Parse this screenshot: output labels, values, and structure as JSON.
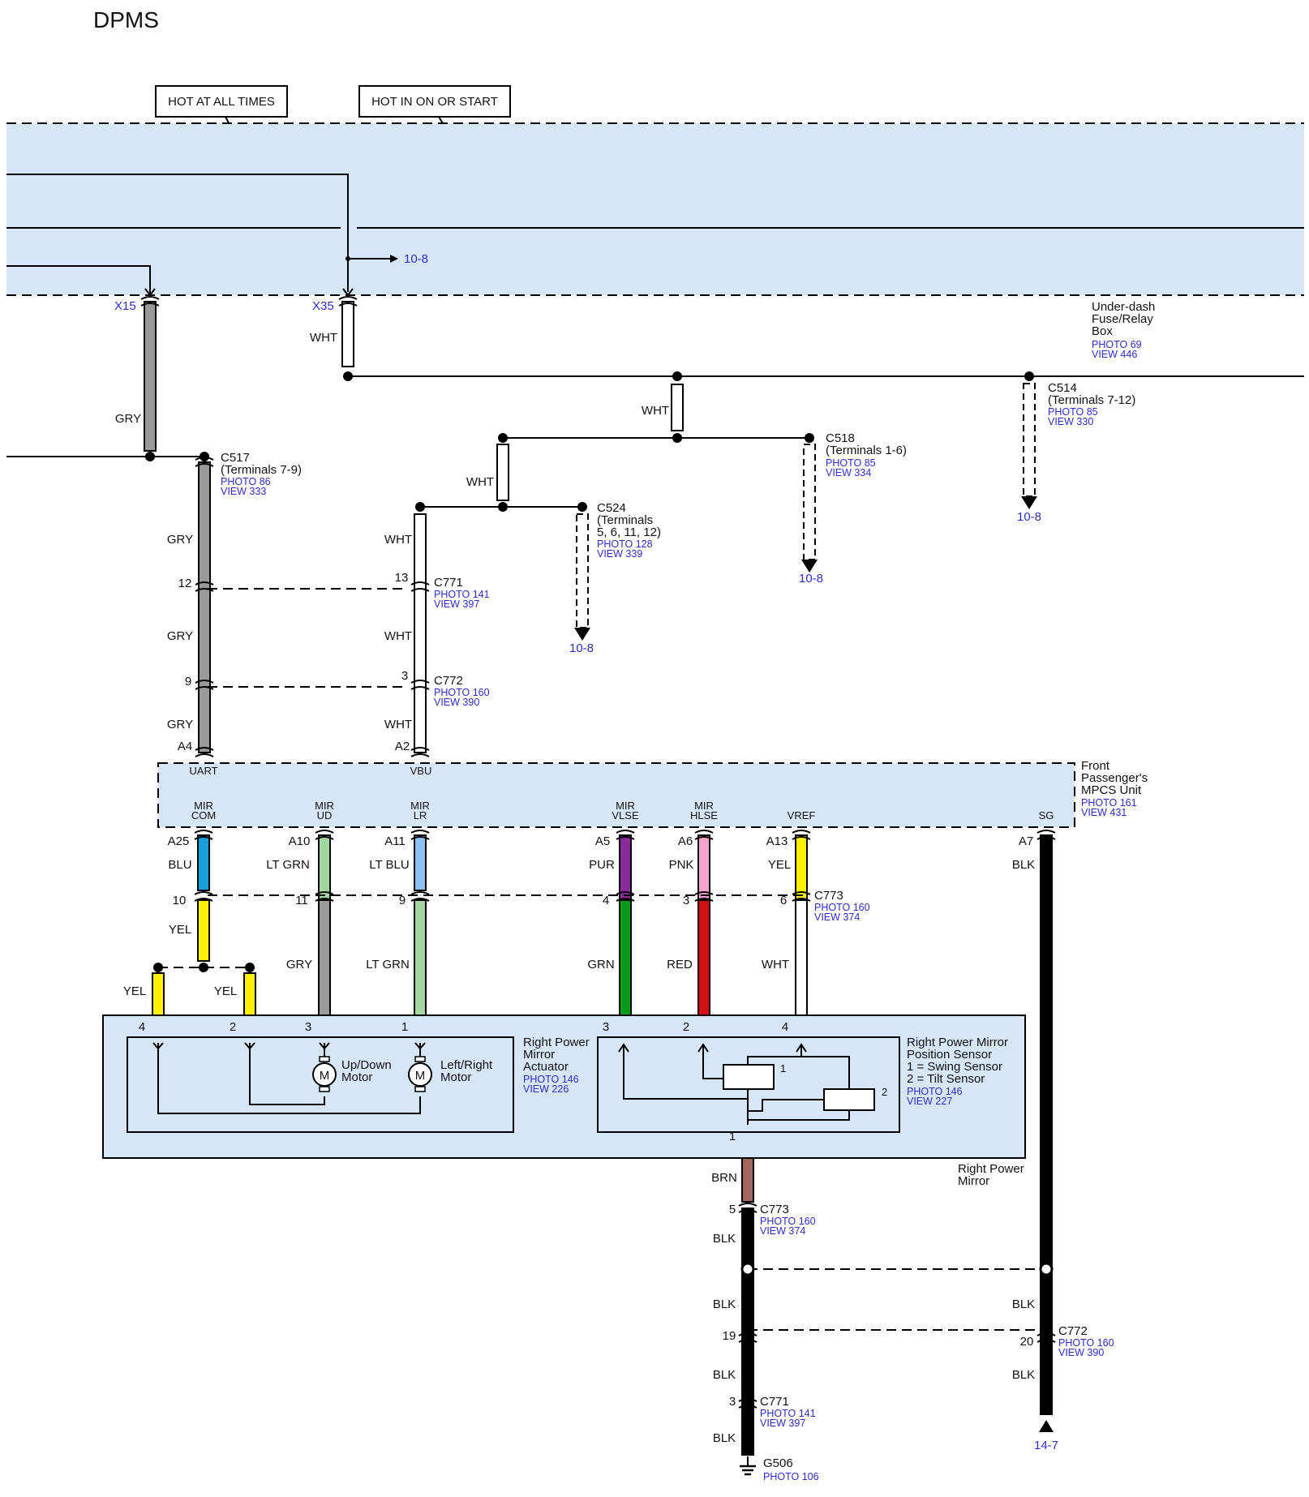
{
  "title": "DPMS",
  "hot_labels": {
    "always": "HOT AT ALL TIMES",
    "on_start": "HOT IN ON OR START"
  },
  "fuse_box": {
    "name": "Under-dash Fuse/Relay Box",
    "lines": [
      "Under-dash",
      "Fuse/Relay",
      "Box"
    ],
    "photo": "PHOTO 69",
    "view": "VIEW 446",
    "terminals": {
      "x15": "X15",
      "x35": "X35"
    },
    "ref": "10-8"
  },
  "connectors": {
    "c517": {
      "id": "C517",
      "terminals": "(Terminals 7-9)",
      "photo": "PHOTO 86",
      "view": "VIEW 333"
    },
    "c514": {
      "id": "C514",
      "terminals": "(Terminals 7-12)",
      "photo": "PHOTO 85",
      "view": "VIEW 330",
      "ref": "10-8"
    },
    "c518": {
      "id": "C518",
      "terminals": "(Terminals 1-6)",
      "photo": "PHOTO 85",
      "view": "VIEW 334",
      "ref": "10-8"
    },
    "c524": {
      "id": "C524",
      "terminals": [
        "(Terminals",
        "5, 6, 11, 12)"
      ],
      "photo": "PHOTO 128",
      "view": "VIEW 339",
      "ref": "10-8"
    },
    "c771a": {
      "id": "C771",
      "photo": "PHOTO 141",
      "view": "VIEW 397",
      "pin_left": "12",
      "pin_right": "13"
    },
    "c772a": {
      "id": "C772",
      "photo": "PHOTO 160",
      "view": "VIEW 390",
      "pin_left": "9",
      "pin_right": "3"
    },
    "c773a": {
      "id": "C773",
      "photo": "PHOTO 160",
      "view": "VIEW 374",
      "pins": [
        "10",
        "11",
        "9",
        "4",
        "3",
        "6"
      ]
    },
    "c773b": {
      "id": "C773",
      "photo": "PHOTO 160",
      "view": "VIEW 374",
      "pin": "5"
    },
    "c772b": {
      "id": "C772",
      "photo": "PHOTO 160",
      "view": "VIEW 390",
      "pin_left": "19",
      "pin_right": "20"
    },
    "c771b": {
      "id": "C771",
      "photo": "PHOTO 141",
      "view": "VIEW 397",
      "pin": "3"
    },
    "g506": {
      "id": "G506",
      "photo": "PHOTO 106"
    }
  },
  "mpcs": {
    "name": "Front Passenger's MPCS Unit",
    "lines": [
      "Front",
      "Passenger's",
      "MPCS Unit"
    ],
    "photo": "PHOTO 161",
    "view": "VIEW 431",
    "top_pins": [
      {
        "pin": "A4",
        "name": "UART"
      },
      {
        "pin": "A2",
        "name": "VBU"
      }
    ],
    "bottom_pins": [
      {
        "pin": "A25",
        "name": [
          "MIR",
          "COM"
        ]
      },
      {
        "pin": "A10",
        "name": [
          "MIR",
          "UD"
        ]
      },
      {
        "pin": "A11",
        "name": [
          "MIR",
          "LR"
        ]
      },
      {
        "pin": "A5",
        "name": [
          "MIR",
          "VLSE"
        ]
      },
      {
        "pin": "A6",
        "name": [
          "MIR",
          "HLSE"
        ]
      },
      {
        "pin": "A13",
        "name": [
          "VREF"
        ]
      },
      {
        "pin": "A7",
        "name": [
          "SG"
        ]
      }
    ]
  },
  "wire_colors": {
    "gry": "GRY",
    "wht": "WHT",
    "blu": "BLU",
    "ltgrn": "LT GRN",
    "ltblu": "LT BLU",
    "pur": "PUR",
    "pnk": "PNK",
    "yel": "YEL",
    "blk": "BLK",
    "grn": "GRN",
    "red": "RED",
    "brn": "BRN"
  },
  "actuator": {
    "lines": [
      "Right Power",
      "Mirror",
      "Actuator"
    ],
    "photo": "PHOTO 146",
    "view": "VIEW 226",
    "pins": [
      "4",
      "2",
      "3",
      "1"
    ],
    "motor_ud": [
      "Up/Down",
      "Motor"
    ],
    "motor_lr": [
      "Left/Right",
      "Motor"
    ],
    "motor_symbol": "M"
  },
  "sensor": {
    "lines": [
      "Right Power Mirror",
      "Position Sensor",
      "1 = Swing Sensor",
      "2 = Tilt Sensor"
    ],
    "photo": "PHOTO 146",
    "view": "VIEW 227",
    "pins": [
      "3",
      "2",
      "4",
      "1"
    ],
    "elements": [
      "1",
      "2"
    ]
  },
  "mirror": {
    "lines": [
      "Right Power",
      "Mirror"
    ]
  },
  "sg_ref": "14-7",
  "palette": {
    "zone": "#d6e6f7",
    "gry": "#9a9a9a",
    "blu": "#1a9fdc",
    "ltgrn": "#a3d6a0",
    "ltblu": "#8ec2f2",
    "pur": "#8a2b9c",
    "pnk": "#f7a3cf",
    "yel": "#fff200",
    "grn": "#0a9a1c",
    "red": "#d40f0f",
    "brn": "#a1665e",
    "blk": "#000000",
    "wht": "#ffffff",
    "link": "#2d2dc8"
  }
}
